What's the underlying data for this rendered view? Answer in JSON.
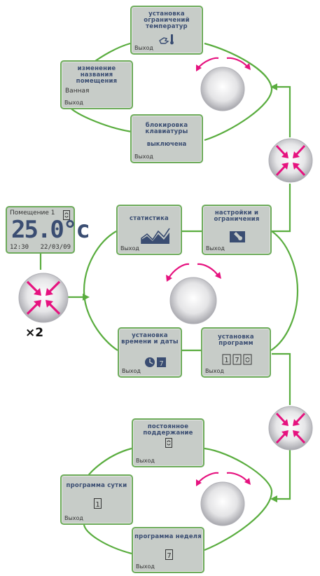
{
  "colors": {
    "connector": "#5aad3f",
    "screen_bg": "#c7ccc8",
    "screen_border": "#6dab5a",
    "title_text": "#3a4d72",
    "arrow_accent": "#e6127f"
  },
  "exit_label": "Выход",
  "home_screen": {
    "room": "Помещение 1",
    "temperature": "25.0°c",
    "time": "12:30",
    "date": "22/03/09",
    "icon": "constant-mode-icon"
  },
  "press_multiplier": "×2",
  "settings_menu": {
    "temp_limits": {
      "title": "установка ограничений температур",
      "icon": "hand-thermometer-icon"
    },
    "rename_room": {
      "title": "изменение названия помещения",
      "value": "Ванная"
    },
    "keypad_lock": {
      "title": "блокировка клавиатуры",
      "value": "выключена"
    }
  },
  "main_menu": {
    "statistics": {
      "title": "статистика",
      "icon": "statistics-graph-icon"
    },
    "settings": {
      "title": "настройки и ограничения",
      "icon": "wrench-tool-icon"
    },
    "time_date": {
      "title": "установка времени и даты",
      "icon": "clock-calendar-icon"
    },
    "programs": {
      "title": "установка программ",
      "icon": "program-modes-icon"
    }
  },
  "program_menu": {
    "constant": {
      "title": "постоянное поддержание",
      "icon": "constant-mode-icon"
    },
    "day": {
      "title": "программа сутки",
      "icon": "day-program-icon"
    },
    "week": {
      "title": "программа неделя",
      "icon": "week-program-icon"
    }
  }
}
